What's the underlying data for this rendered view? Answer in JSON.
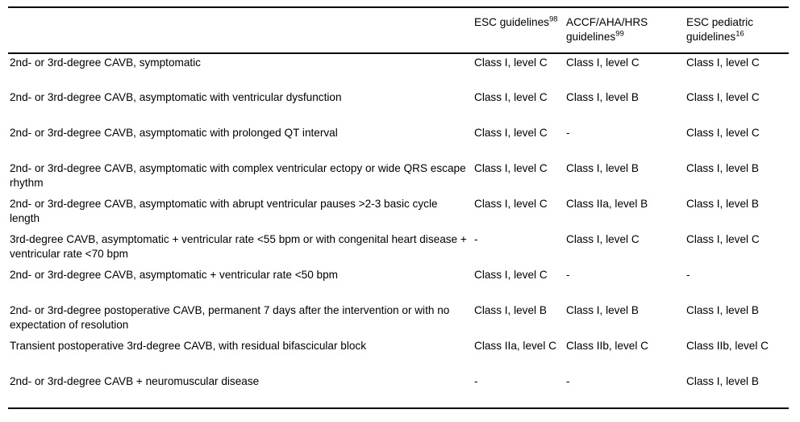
{
  "table": {
    "columns": [
      {
        "id": "description",
        "label": ""
      },
      {
        "id": "esc",
        "label": "ESC guidelines",
        "ref": "98"
      },
      {
        "id": "accf",
        "label": "ACCF/AHA/HRS guidelines",
        "ref": "99"
      },
      {
        "id": "esc_ped",
        "label": "ESC pediatric guidelines",
        "ref": "16"
      }
    ],
    "rows": [
      {
        "description": "2nd- or 3rd-degree CAVB, symptomatic",
        "esc": "Class I, level C",
        "accf": "Class I, level C",
        "esc_ped": "Class I, level C"
      },
      {
        "description": "2nd- or 3rd-degree CAVB, asymptomatic with ventricular dysfunction",
        "esc": "Class I, level C",
        "accf": "Class I, level B",
        "esc_ped": "Class I, level C"
      },
      {
        "description": "2nd- or 3rd-degree CAVB, asymptomatic with prolonged QT interval",
        "esc": "Class I, level C",
        "accf": "-",
        "esc_ped": "Class I, level C"
      },
      {
        "description": "2nd- or 3rd-degree CAVB, asymptomatic with complex ventricular ectopy or wide QRS escape rhythm",
        "esc": "Class I, level C",
        "accf": "Class I, level B",
        "esc_ped": "Class I, level B"
      },
      {
        "description": "2nd- or 3rd-degree CAVB, asymptomatic with abrupt ventricular pauses >2-3 basic cycle length",
        "esc": "Class I, level C",
        "accf": "Class IIa, level B",
        "esc_ped": "Class I, level B"
      },
      {
        "description": "3rd-degree CAVB, asymptomatic + ventricular rate <55 bpm or with congenital heart disease + ventricular rate <70 bpm",
        "esc": "-",
        "accf": "Class I, level C",
        "esc_ped": "Class I, level C"
      },
      {
        "description": "2nd- or 3rd-degree CAVB, asymptomatic + ventricular rate <50 bpm",
        "esc": "Class I, level C",
        "accf": "-",
        "esc_ped": "-"
      },
      {
        "description": "2nd- or 3rd-degree postoperative CAVB, permanent 7 days after the intervention or with no expectation of resolution",
        "esc": "Class I, level B",
        "accf": "Class I, level B",
        "esc_ped": "Class I, level B"
      },
      {
        "description": "Transient postoperative 3rd-degree CAVB, with residual bifascicular block",
        "esc": "Class IIa, level C",
        "accf": "Class IIb, level C",
        "esc_ped": "Class IIb, level C"
      },
      {
        "description": "2nd- or 3rd-degree CAVB + neuromuscular disease",
        "esc": "-",
        "accf": "-",
        "esc_ped": "Class I, level B"
      }
    ]
  }
}
